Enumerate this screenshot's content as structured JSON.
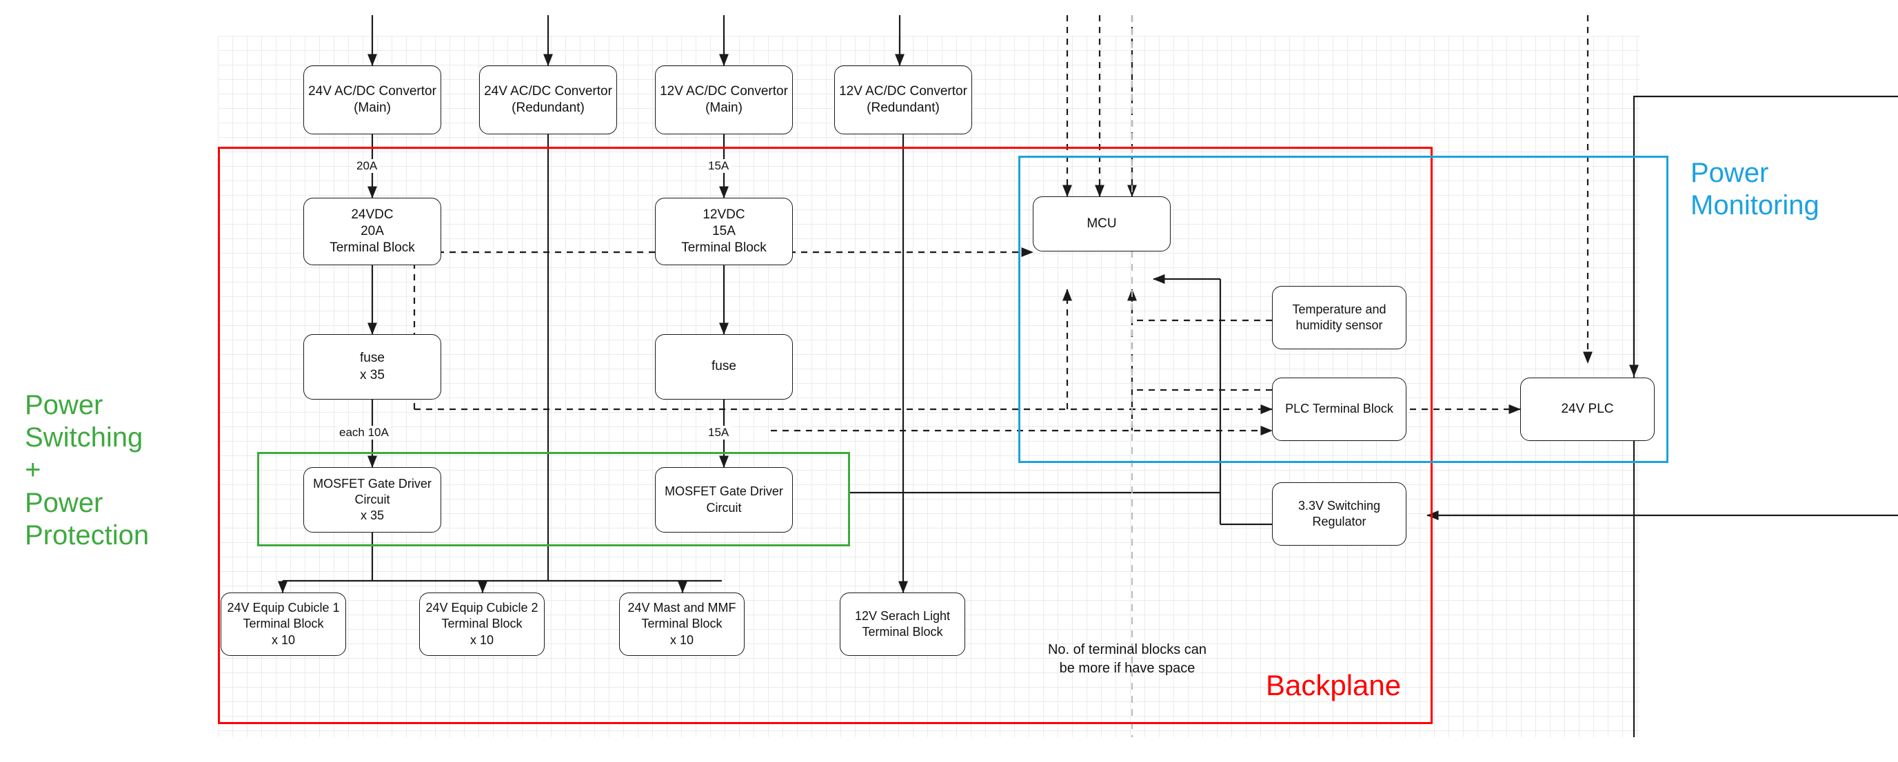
{
  "diagram": {
    "title": "Backplane power distribution block diagram",
    "colors": {
      "backplane_red": "#ff0000",
      "power_monitoring_blue": "#1ba1e2",
      "power_switching_green": "#3cab3c",
      "node_border": "#1a1a1a",
      "grid_minor": "#ebebeb",
      "grid_major": "#d8d8d8"
    }
  },
  "zones": [
    {
      "id": "backplane",
      "label": "Backplane",
      "color": "#ff0000"
    },
    {
      "id": "power_monitoring",
      "label": "Power\nMonitoring",
      "color": "#1ba1e2"
    },
    {
      "id": "power_switching",
      "label": "Power\nSwitching\n+\nPower\nProtection",
      "color": "#3cab3c"
    }
  ],
  "nodes": [
    {
      "id": "conv_24_main",
      "label": "24V AC/DC Convertor\n(Main)"
    },
    {
      "id": "conv_24_redundant",
      "label": "24V AC/DC Convertor\n(Redundant)"
    },
    {
      "id": "conv_12_main",
      "label": "12V AC/DC Convertor\n(Main)"
    },
    {
      "id": "conv_12_redundant",
      "label": "12V AC/DC Convertor\n(Redundant)"
    },
    {
      "id": "tb_24vdc",
      "label": "24VDC\n20A\nTerminal Block"
    },
    {
      "id": "tb_12vdc",
      "label": "12VDC\n15A\nTerminal Block"
    },
    {
      "id": "fuse_24",
      "label": "fuse\nx 35"
    },
    {
      "id": "fuse_12",
      "label": "fuse"
    },
    {
      "id": "mosfet_24",
      "label": "MOSFET Gate Driver\nCircuit\nx 35"
    },
    {
      "id": "mosfet_12",
      "label": "MOSFET Gate Driver\nCircuit"
    },
    {
      "id": "tb_cubicle_1",
      "label": "24V Equip Cubicle 1\nTerminal Block\nx 10"
    },
    {
      "id": "tb_cubicle_2",
      "label": "24V Equip Cubicle 2\nTerminal Block\nx 10"
    },
    {
      "id": "tb_mast_mmf",
      "label": "24V Mast and MMF\nTerminal Block\nx 10"
    },
    {
      "id": "tb_search_light",
      "label": "12V Serach Light\nTerminal Block"
    },
    {
      "id": "mcu",
      "label": "MCU"
    },
    {
      "id": "temp_humidity",
      "label": "Temperature and\nhumidity sensor"
    },
    {
      "id": "plc_terminal",
      "label": "PLC Terminal Block"
    },
    {
      "id": "plc_24v",
      "label": "24V PLC"
    },
    {
      "id": "regulator_33v",
      "label": "3.3V Switching\nRegulator"
    }
  ],
  "edge_labels": [
    {
      "id": "lbl_20a",
      "text": "20A"
    },
    {
      "id": "lbl_15a_top",
      "text": "15A"
    },
    {
      "id": "lbl_each_10a",
      "text": "each 10A"
    },
    {
      "id": "lbl_15a_mid",
      "text": "15A"
    }
  ],
  "notes": [
    {
      "id": "terminal_block_note",
      "text": "No. of terminal blocks can\nbe more if have space"
    }
  ]
}
